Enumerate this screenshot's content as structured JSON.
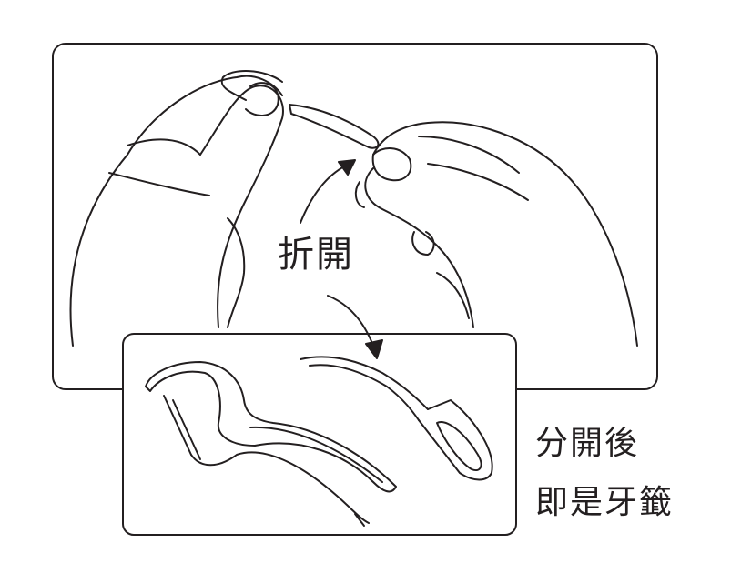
{
  "labels": {
    "break_open": "折開",
    "after_separation": "分開後",
    "becomes_toothpick": "即是牙籤"
  },
  "colors": {
    "line": "#231f20",
    "background": "#ffffff"
  }
}
